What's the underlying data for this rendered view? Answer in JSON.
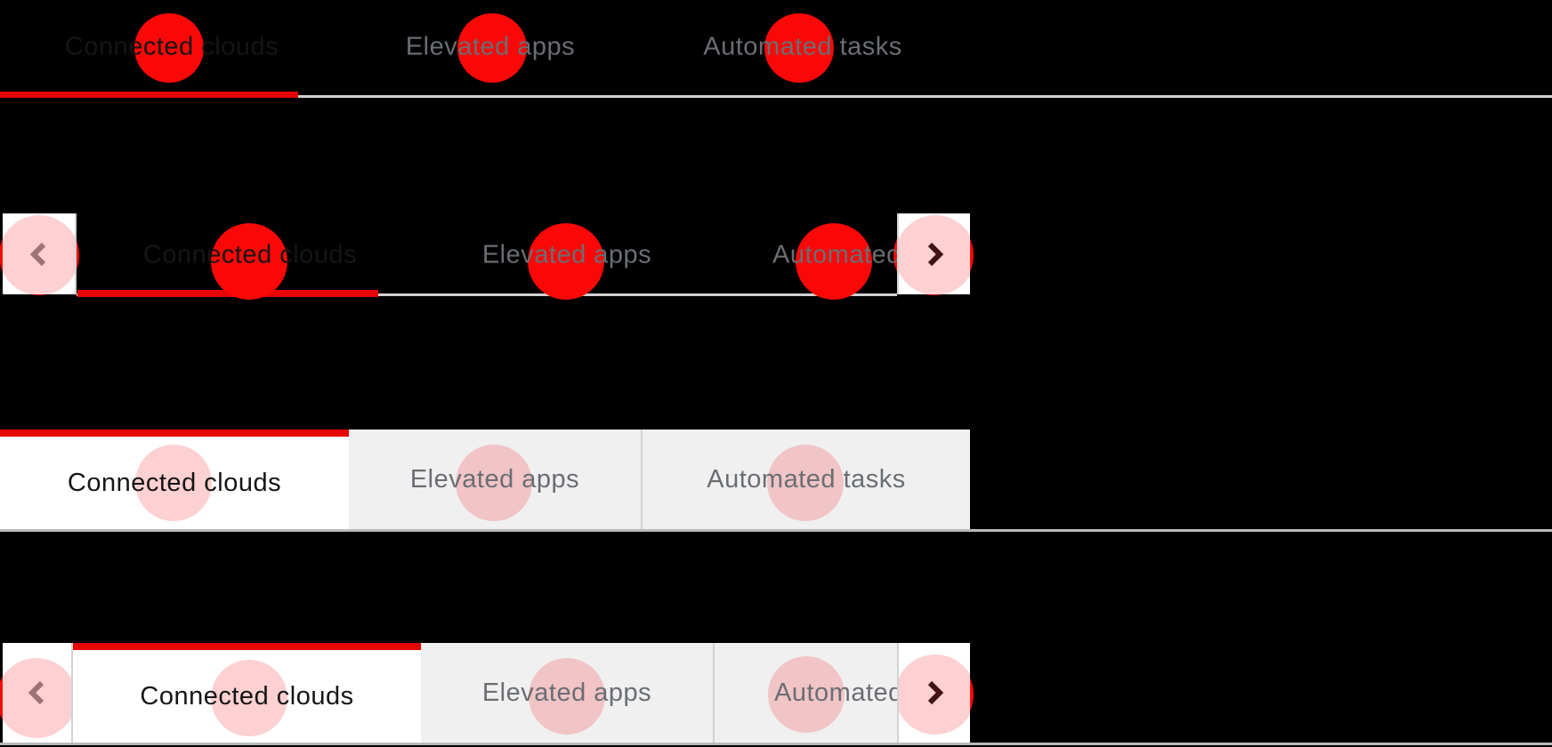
{
  "component": "tabs-examples",
  "tab_labels": [
    "Connected clouds",
    "Elevated apps",
    "Automated tasks"
  ],
  "rows": [
    {
      "id": "underline-tabs",
      "variant": "underline",
      "tabs": [
        {
          "label": "Connected clouds",
          "active": true
        },
        {
          "label": "Elevated apps",
          "active": false
        },
        {
          "label": "Automated tasks",
          "active": false
        }
      ]
    },
    {
      "id": "underline-tabs-scrollable",
      "variant": "underline-scrollable",
      "left_scroll": {
        "icon": "chevron-left-icon",
        "disabled": true
      },
      "right_scroll": {
        "icon": "chevron-right-icon",
        "disabled": false
      },
      "tabs": [
        {
          "label": "Connected clouds",
          "active": true
        },
        {
          "label": "Elevated apps",
          "active": false
        },
        {
          "label": "Automated tasks",
          "active": false,
          "truncated": true
        }
      ]
    },
    {
      "id": "box-tabs",
      "variant": "box",
      "tabs": [
        {
          "label": "Connected clouds",
          "active": true
        },
        {
          "label": "Elevated apps",
          "active": false
        },
        {
          "label": "Automated tasks",
          "active": false
        }
      ]
    },
    {
      "id": "box-tabs-scrollable",
      "variant": "box-scrollable",
      "left_scroll": {
        "icon": "chevron-left-icon",
        "disabled": true
      },
      "right_scroll": {
        "icon": "chevron-right-icon",
        "disabled": false
      },
      "tabs": [
        {
          "label": "Connected clouds",
          "active": true
        },
        {
          "label": "Elevated apps",
          "active": false
        },
        {
          "label": "Automated tasks",
          "active": false,
          "truncated": true
        }
      ]
    }
  ],
  "colors": {
    "background": "#000000",
    "accent_red": "#e60606",
    "click_indicator_red": "#fa0808",
    "click_indicator_pink": "rgba(244,4,12,0.19)",
    "active_text": "#151515",
    "inactive_text": "#6a6e73",
    "tab_inactive_bg": "#f0f0f0",
    "scroll_button_bg": "#ffffff",
    "divider_gray": "#d2d2d2",
    "baseline_gray": "#b8bbbe",
    "chevron_disabled": "#8a8d90",
    "chevron_enabled": "#151515"
  }
}
